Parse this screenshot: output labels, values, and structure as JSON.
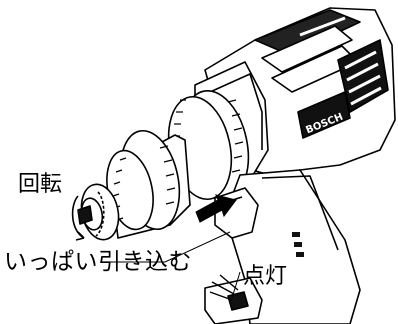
{
  "labels": {
    "rotate": "回転",
    "pull_fully": "いっぱい引き込む",
    "light_on": "点灯"
  },
  "product": {
    "brand": "BOSCH"
  },
  "colors": {
    "line": "#000000",
    "body": "#ffffff",
    "dark": "#1a1a1a",
    "arrow": "#000000"
  },
  "icons": [
    "rotation-arrow-icon",
    "push-arrow-icon",
    "light-ray-icon"
  ]
}
